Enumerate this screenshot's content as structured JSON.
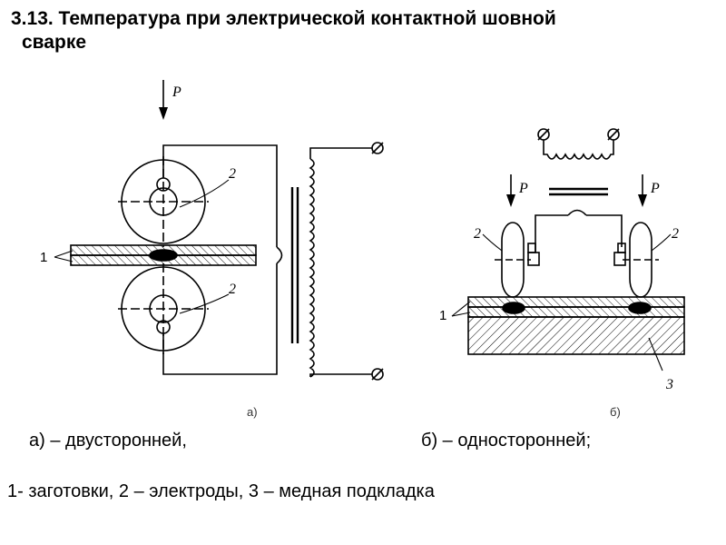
{
  "slide": {
    "title_line1": "3.13. Температура при электрической  контактной  шовной",
    "title_line2": "сварке"
  },
  "figure": {
    "force_label": "P",
    "label_workpieces": "1",
    "label_electrodes": "2",
    "label_backing": "3",
    "sub_a": "а)",
    "sub_b": "б)"
  },
  "captions": {
    "a": "а) – двусторонней,",
    "b": "б) – односторонней;",
    "legend": "1- заготовки, 2 – электроды, 3 – медная подкладка"
  }
}
